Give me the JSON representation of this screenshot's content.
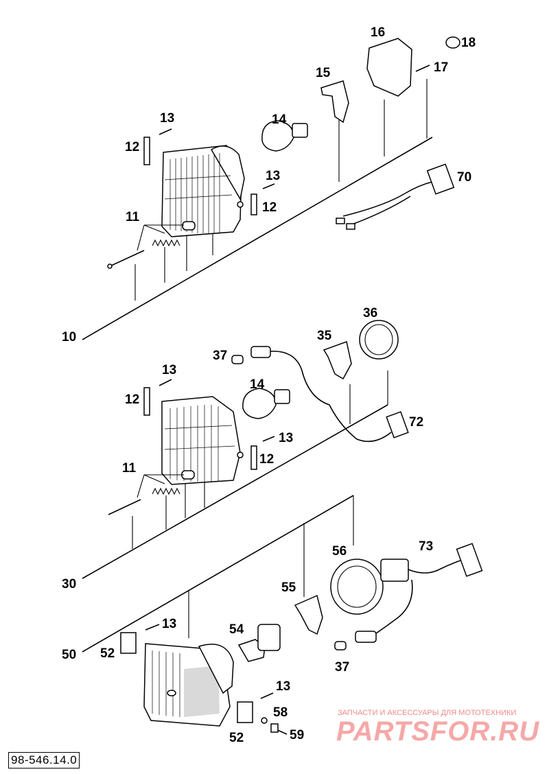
{
  "labels": {
    "l10": "10",
    "l11a": "11",
    "l12a": "12",
    "l12b": "12",
    "l13a": "13",
    "l13b": "13",
    "l14a": "14",
    "l15": "15",
    "l16": "16",
    "l17": "17",
    "l18": "18",
    "l70": "70",
    "l30": "30",
    "l11b": "11",
    "l12c": "12",
    "l12d": "12",
    "l13c": "13",
    "l13d": "13",
    "l14b": "14",
    "l35": "35",
    "l36": "36",
    "l37a": "37",
    "l72": "72",
    "l50": "50",
    "l52a": "52",
    "l52b": "52",
    "l13e": "13",
    "l13f": "13",
    "l54": "54",
    "l55": "55",
    "l56": "56",
    "l37b": "37",
    "l73": "73",
    "l58": "58",
    "l59": "59"
  },
  "document_number": "98-546.14.0",
  "watermark": {
    "caption": "ЗАПЧАСТИ И АКСЕССУАРЫ ДЛЯ МОТОТЕХНИКИ",
    "logo": "PARTSFOR.RU"
  },
  "colors": {
    "ink": "#000000",
    "watermark": "#f5a8a8"
  }
}
